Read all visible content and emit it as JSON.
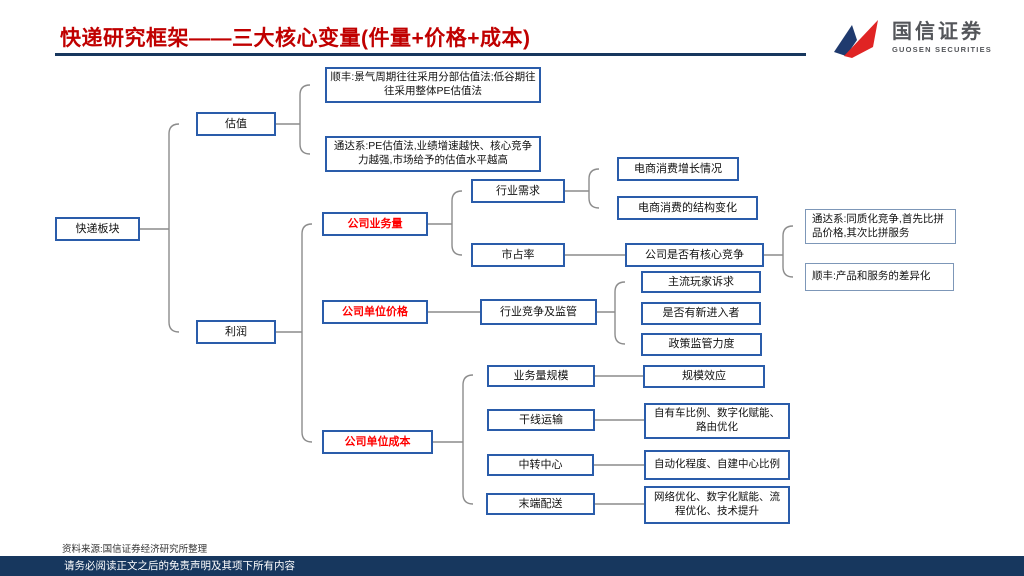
{
  "header": {
    "title": "快递研究框架——三大核心变量(件量+价格+成本)",
    "logo_cn": "国信证券",
    "logo_en": "GUOSEN SECURITIES"
  },
  "colors": {
    "title_red": "#c00000",
    "box_border_blue": "#2a5caa",
    "highlight_red": "#ff0000",
    "connector_gray": "#8c8c8c",
    "footer_navy": "#17375e"
  },
  "nodes": {
    "root": "快递板块",
    "valuation": "估值",
    "profit": "利润",
    "sf_valuation": "顺丰:景气周期往往采用分部估值法;低谷期往往采用整体PE估值法",
    "tongda_valuation": "通达系:PE估值法,业绩增速越快、核心竞争力越强,市场给予的估值水平越高",
    "company_volume": "公司业务量",
    "industry_demand": "行业需求",
    "market_share": "市占率",
    "ecom_growth": "电商消费增长情况",
    "ecom_structure": "电商消费的结构变化",
    "core_competition": "公司是否有核心竞争",
    "tongda_competition": "通达系:同质化竞争,首先比拼品价格,其次比拼服务",
    "sf_differentiation": "顺丰:产品和服务的差异化",
    "unit_price": "公司单位价格",
    "industry_regulation": "行业竞争及监管",
    "main_players": "主流玩家诉求",
    "new_entrants": "是否有新进入者",
    "policy_regulation": "政策监管力度",
    "unit_cost": "公司单位成本",
    "volume_scale": "业务量规模",
    "scale_effect": "规模效应",
    "trunk_transport": "干线运输",
    "own_vehicle": "自有车比例、数字化赋能、路由优化",
    "transit_center": "中转中心",
    "automation": "自动化程度、自建中心比例",
    "last_mile": "末端配送",
    "network_optimization": "网络优化、数字化赋能、流程优化、技术提升"
  },
  "footnote": {
    "source": "资料来源:国信证券经济研究所整理"
  },
  "footer": {
    "disclaimer": "请务必阅读正文之后的免责声明及其项下所有内容"
  }
}
